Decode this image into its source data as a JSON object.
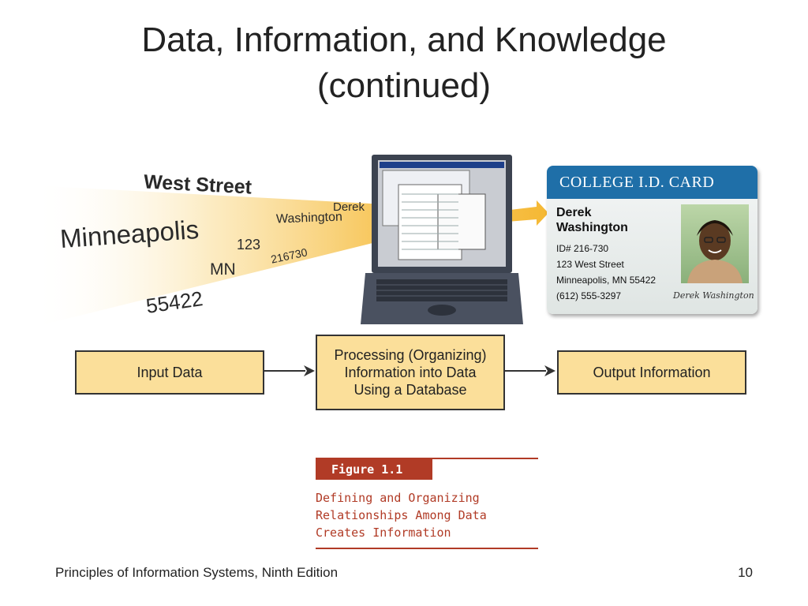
{
  "slide": {
    "title_line1": "Data, Information, and Knowledge",
    "title_line2": "(continued)",
    "footer_left": "Principles of Information Systems, Ninth Edition",
    "page_number": "10"
  },
  "input_words": {
    "west_street": "West Street",
    "derek": "Derek",
    "washington": "Washington",
    "minneapolis": "Minneapolis",
    "n123": "123",
    "mn": "MN",
    "id_num": "216730",
    "zip": "55422"
  },
  "id_card": {
    "header": "COLLEGE I.D. CARD",
    "name_line1": "Derek",
    "name_line2": "Washington",
    "id": "ID# 216-730",
    "street": "123 West Street",
    "city": "Minneapolis, MN 55422",
    "phone": "(612) 555-3297",
    "signature": "Derek Washington"
  },
  "flow": {
    "input": "Input Data",
    "process_line1": "Processing (Organizing)",
    "process_line2": "Information into Data",
    "process_line3": "Using a Database",
    "output": "Output Information"
  },
  "figure": {
    "tag": "Figure 1.1",
    "caption_line1": "Defining and Organizing",
    "caption_line2": "Relationships Among Data",
    "caption_line3": "Creates Information"
  },
  "colors": {
    "box_fill": "#fbdf9a",
    "card_header": "#1f6fa8",
    "figure_red": "#b13b26",
    "beam": "#f5b833"
  }
}
